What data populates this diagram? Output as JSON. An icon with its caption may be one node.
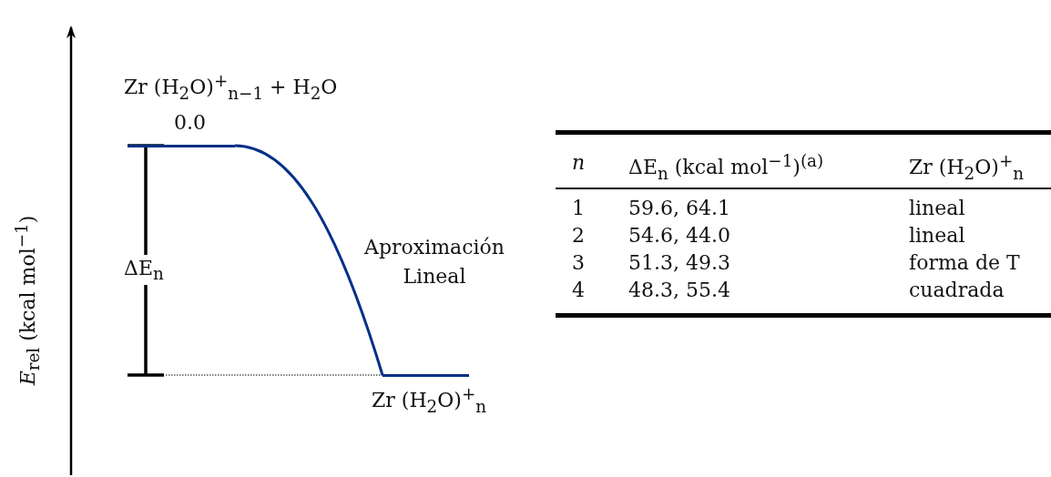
{
  "diagram": {
    "nodes": [
      {
        "text": [
          "Zr (H$_{2}$O)$^{+}$$_{n−1}$ + H$_{2}$O"
        ],
        "beside": [
          "0.0"
        ]
      },
      {
        "text": [
          "Zr (H$_{2}$O)$^{+}$$_{n}$"
        ]
      }
    ],
    "edges": [
      {
        "from": 0,
        "to": 1,
        "arrow": "none",
        "label": "Aproximación Lineal"
      }
    ],
    "labels": [
      "ΔE$_{n}$",
      "*E*$_{rel}$ (kcal mol$^{−1}$)",
      "*n*",
      "ΔE$_{n}$ (kcal mol$^{−1}$)$^{(a)}$",
      "Zr (H$_{2}$O)$^{+}$$_{n}$",
      "1",
      "59.6, 64.1",
      "lineal",
      "2",
      "54.6, 44.0",
      "lineal",
      "3",
      "51.3, 49.3",
      "forma de T",
      "4",
      "48.3, 55.4",
      "cuadrada"
    ]
  }
}
